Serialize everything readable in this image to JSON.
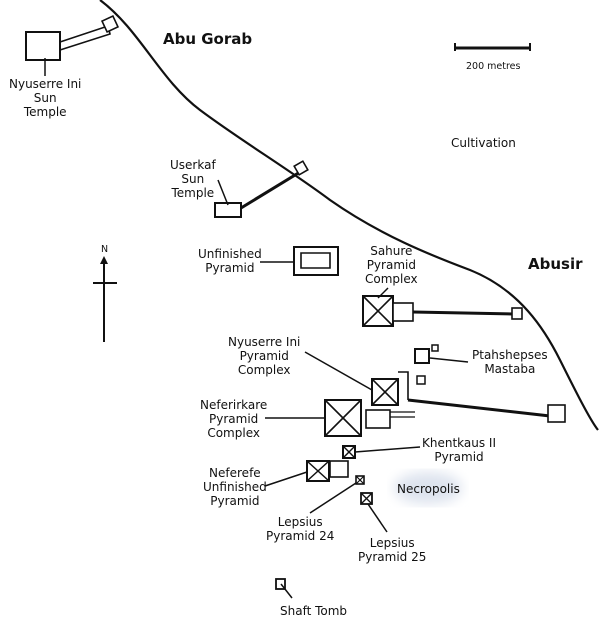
{
  "map": {
    "places": {
      "abu_gorab": "Abu Gorab",
      "abusir": "Abusir",
      "cultivation": "Cultivation",
      "necropolis": "Necropolis"
    },
    "scale": {
      "label": "200 metres"
    },
    "north": {
      "label": "N"
    },
    "sites": {
      "nyuserre_sun_temple": "Nyuserre Ini\nSun\nTemple",
      "userkaf_sun_temple": "Userkaf\nSun\nTemple",
      "unfinished_pyramid": "Unfinished\nPyramid",
      "sahure_pyramid": "Sahure\nPyramid\nComplex",
      "nyuserre_pyramid": "Nyuserre Ini\nPyramid\nComplex",
      "ptahshepses_mastaba": "Ptahshepses\nMastaba",
      "neferirkare_pyramid": "Neferirkare\nPyramid\nComplex",
      "khentkaus_pyramid": "Khentkaus II\nPyramid",
      "neferefre_pyramid": "Neferefe\nUnfinished\nPyramid",
      "lepsius_24": "Lepsius\nPyramid 24",
      "lepsius_25": "Lepsius\nPyramid 25",
      "shaft_tomb": "Shaft Tomb"
    }
  }
}
